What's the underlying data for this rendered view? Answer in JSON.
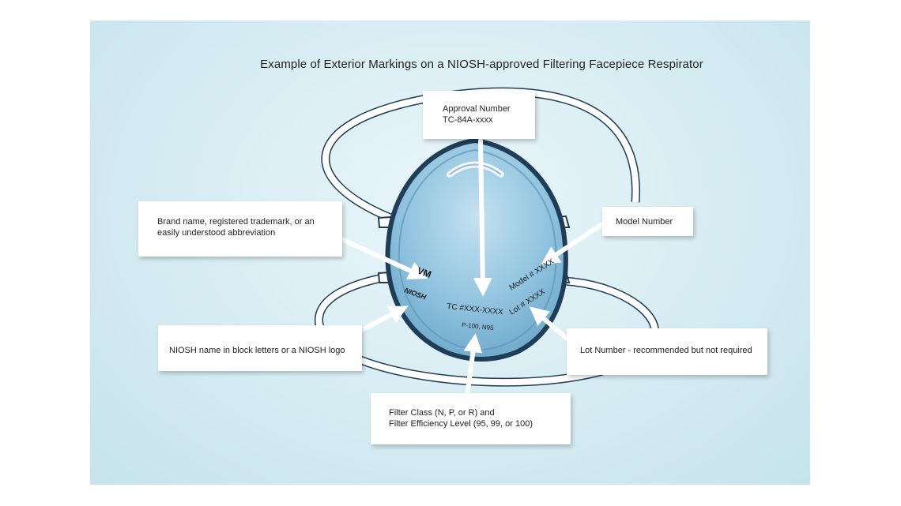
{
  "title": "Example of Exterior Markings on a NIOSH-approved Filtering Facepiece Respirator",
  "callouts": {
    "approval": {
      "line1": "Approval Number",
      "line2": "TC-84A-xxxx"
    },
    "brand": {
      "line1": "Brand name, registered trademark, or an",
      "line2": "easily understood abbreviation"
    },
    "model": {
      "line1": "Model Number"
    },
    "niosh": {
      "line1": "NIOSH name in block letters or a NIOSH logo"
    },
    "lot": {
      "line1": "Lot Number - recommended but not required"
    },
    "filter": {
      "line1": "Filter Class (N, P, or R) and",
      "line2": "Filter Efficiency Level (95, 99, or 100)"
    }
  },
  "mask_markings": {
    "brand": "VM",
    "niosh_logo": "NIOSH",
    "tc": "TC #XXX-XXXX",
    "filter": "P-100, N95",
    "model": "Model # XXXX",
    "lot": "Lot # XXXX"
  },
  "colors": {
    "background": "#d9eef4",
    "mask_fill": "#8fc3df",
    "mask_edge": "#1f3d57",
    "callout_bg": "#ffffff",
    "text": "#222222"
  }
}
